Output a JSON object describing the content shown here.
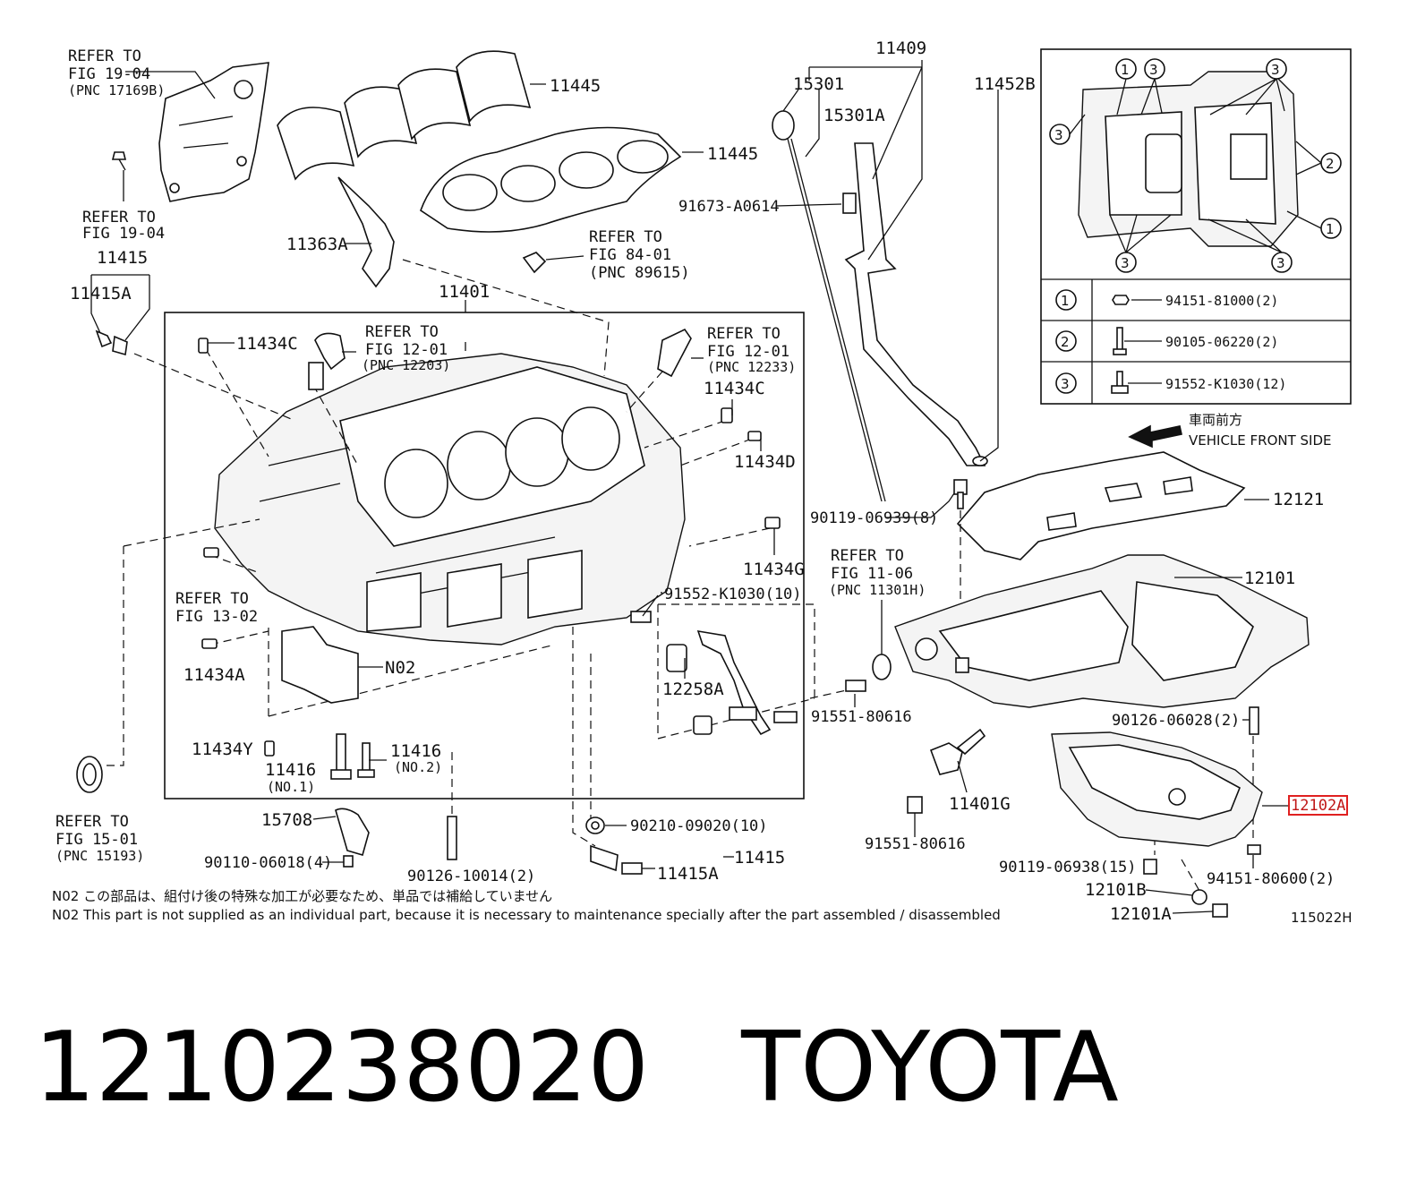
{
  "diagram": {
    "labels": {
      "refer_19_04_top": [
        "REFER TO",
        "FIG 19-04",
        "(PNC 17169B)"
      ],
      "refer_19_04_mid": [
        "REFER TO",
        "FIG 19-04"
      ],
      "p11415_top": "11415",
      "p11415A_top": "11415A",
      "p11445_a": "11445",
      "p11445_b": "11445",
      "p11363A": "11363A",
      "refer_84_01": [
        "REFER TO",
        "FIG 84-01",
        "(PNC 89615)"
      ],
      "p11401": "11401",
      "p11434C_left": "11434C",
      "refer_12_01_a": [
        "REFER TO",
        "FIG 12-01",
        "(PNC 12203)"
      ],
      "refer_12_01_b": [
        "REFER TO",
        "FIG 12-01",
        "(PNC 12233)"
      ],
      "p11434C_right": "11434C",
      "p11434D": "11434D",
      "p11434G": "11434G",
      "refer_13_02": [
        "REFER TO",
        "FIG 13-02"
      ],
      "p11434A": "11434A",
      "pN02": "N02",
      "p11434Y": "11434Y",
      "p11416_no1": [
        "11416",
        "(NO.1)"
      ],
      "p11416_no2": [
        "11416",
        "(NO.2)"
      ],
      "p91552_K1030_10": "91552-K1030(10)",
      "p12258A": "12258A",
      "refer_15_01": [
        "REFER TO",
        "FIG 15-01",
        "(PNC 15193)"
      ],
      "p15708": "15708",
      "p90110_06018": "90110-06018(4)",
      "p90126_10014": "90126-10014(2)",
      "p90210_09020": "90210-09020(10)",
      "p11415_bottom": "11415",
      "p11415A_bottom": "11415A",
      "p11409": "11409",
      "p15301": "15301",
      "p15301A": "15301A",
      "p11452B": "11452B",
      "p91673_A0614": "91673-A0614",
      "p90119_06939": "90119-06939(8)",
      "refer_11_06": [
        "REFER TO",
        "FIG 11-06",
        "(PNC 11301H)"
      ],
      "p91551_80616_a": "91551-80616",
      "p91551_80616_b": "91551-80616",
      "p11401G": "11401G",
      "p12121": "12121",
      "p12101": "12101",
      "p90126_06028": "90126-06028(2)",
      "p12102A": "12102A",
      "p90119_06938": "90119-06938(15)",
      "p94151_80600": "94151-80600(2)",
      "p12101B": "12101B",
      "p12101A": "12101A",
      "vehicle_front_jp": "車両前方",
      "vehicle_front_en": "VEHICLE FRONT SIDE",
      "figure_id": "115022H"
    },
    "inset_legend": [
      {
        "marker": "1",
        "part": "94151-81000(2)"
      },
      {
        "marker": "2",
        "part": "90105-06220(2)"
      },
      {
        "marker": "3",
        "part": "91552-K1030(12)"
      }
    ],
    "notes": [
      "N02 この部品は、組付け後の特殊な加工が必要なため、単品では補給していません",
      "N02 This part is not supplied as an individual part, because it is necessary to maintenance specially after the part assembled / disassembled"
    ],
    "highlighted_part": "12102A",
    "highlight_color": "#e02020"
  },
  "caption": {
    "part_number": "1210238020",
    "brand": "TOYOTA"
  }
}
